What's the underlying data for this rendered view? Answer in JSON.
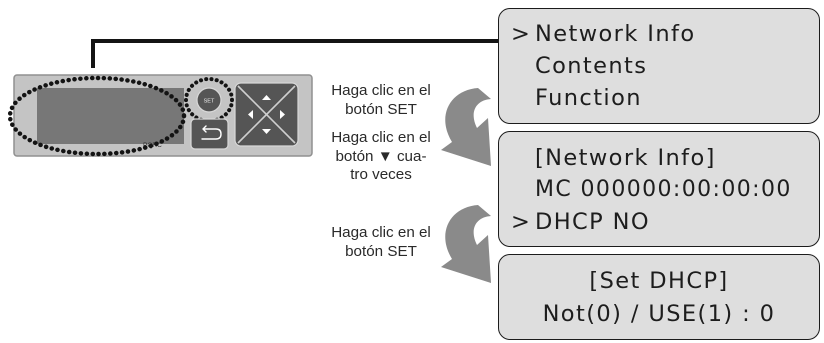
{
  "device": {
    "brand_label": "PQRC",
    "set_button_label": "SET"
  },
  "screens": {
    "main_menu": {
      "cursor": ">",
      "items": [
        "Network Info",
        "Contents",
        "Function"
      ]
    },
    "network_info": {
      "title": "[Network Info]",
      "mac_line": "MC 000000:00:00:00",
      "cursor": ">",
      "dhcp_line": "DHCP NO"
    },
    "set_dhcp": {
      "title": "[Set DHCP]",
      "options_line": "Not(0) / USE(1) : 0"
    }
  },
  "steps": [
    {
      "lines": [
        "Haga clic en el",
        "botón SET"
      ]
    },
    {
      "lines": [
        "Haga clic en el",
        "botón ▼ cua-",
        "tro veces"
      ]
    },
    {
      "lines": [
        "Haga clic en el",
        "botón SET"
      ]
    }
  ],
  "colors": {
    "panel_fill": "#c4c4c4",
    "panel_border": "#909090",
    "lcd_fill": "#dedede",
    "highlight_dots": "#141414",
    "arrow_fill": "#8a8a8a",
    "button_fill": "#555555"
  }
}
